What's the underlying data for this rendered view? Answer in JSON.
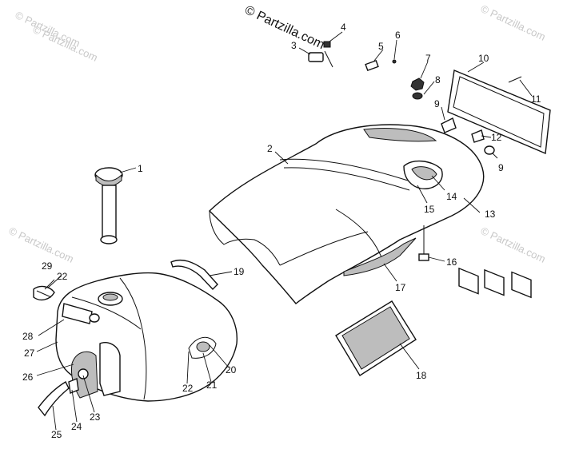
{
  "copyright": "© Partzilla.com",
  "watermark": "© Partzilla.com",
  "callouts": [
    {
      "label": "1"
    },
    {
      "label": "2"
    },
    {
      "label": "3"
    },
    {
      "label": "4"
    },
    {
      "label": "5"
    },
    {
      "label": "6"
    },
    {
      "label": "7"
    },
    {
      "label": "8"
    },
    {
      "label": "9"
    },
    {
      "label": "9"
    },
    {
      "label": "10"
    },
    {
      "label": "11"
    },
    {
      "label": "12"
    },
    {
      "label": "13"
    },
    {
      "label": "14"
    },
    {
      "label": "15"
    },
    {
      "label": "16"
    },
    {
      "label": "17"
    },
    {
      "label": "18"
    },
    {
      "label": "19"
    },
    {
      "label": "20"
    },
    {
      "label": "21"
    },
    {
      "label": "22"
    },
    {
      "label": "22"
    },
    {
      "label": "23"
    },
    {
      "label": "24"
    },
    {
      "label": "25"
    },
    {
      "label": "26"
    },
    {
      "label": "27"
    },
    {
      "label": "28"
    },
    {
      "label": "29"
    }
  ]
}
